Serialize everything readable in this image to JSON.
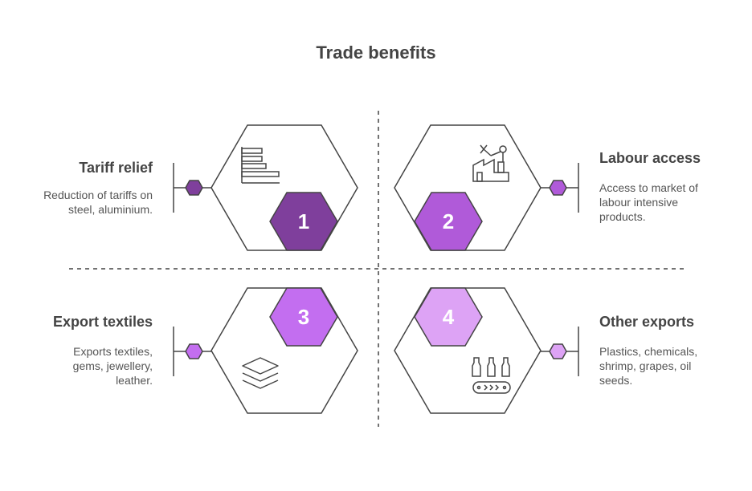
{
  "title": "Trade benefits",
  "colors": {
    "item1": "#7f3f9c",
    "item2": "#b05ad9",
    "item3": "#c36ef0",
    "item4": "#dda3f5",
    "outline": "#444444",
    "divider": "#444444"
  },
  "items": [
    {
      "number": "1",
      "title": "Tariff relief",
      "description": "Reduction of tariffs on steel, aluminium.",
      "icon": "bar-chart-icon"
    },
    {
      "number": "2",
      "title": "Labour access",
      "description": "Access to market of labour intensive products.",
      "icon": "factory-robot-icon"
    },
    {
      "number": "3",
      "title": "Export textiles",
      "description": "Exports textiles, gems, jewellery, leather.",
      "icon": "layers-icon"
    },
    {
      "number": "4",
      "title": "Other exports",
      "description": "Plastics, chemicals, shrimp, grapes, oil seeds.",
      "icon": "bottles-conveyor-icon"
    }
  ]
}
